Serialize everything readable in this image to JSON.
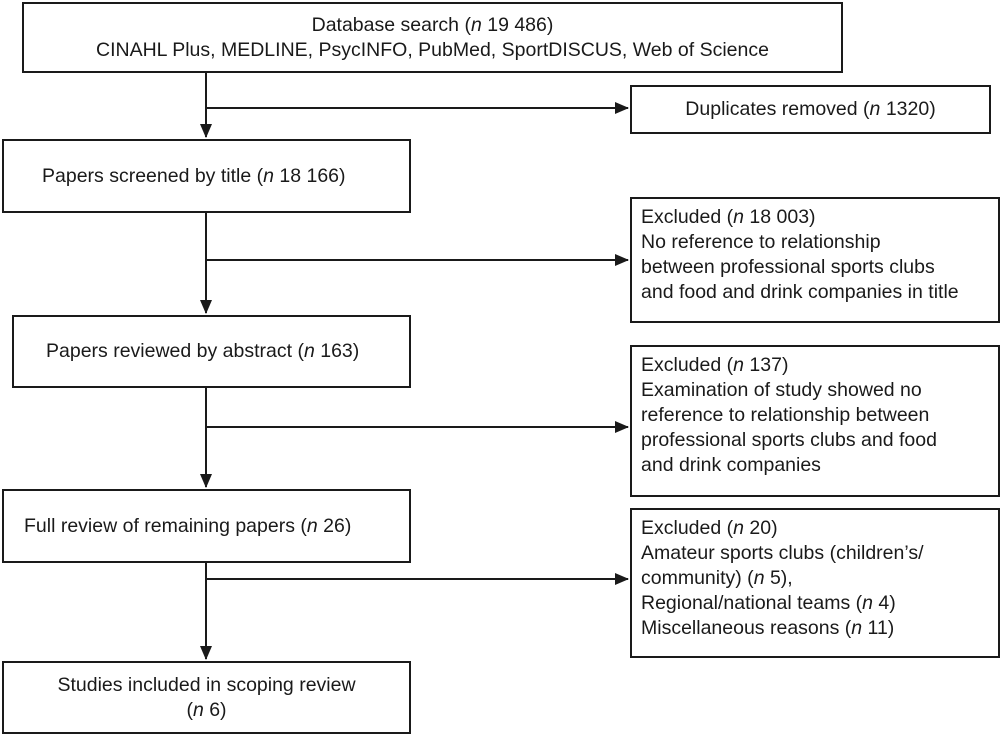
{
  "flow": {
    "search": {
      "lines": [
        {
          "pre": "Database search (",
          "n": "n",
          "post": " 19 486)"
        },
        {
          "pre": "CINAHL Plus, MEDLINE, PsycINFO, PubMed, SportDISCUS, Web of Science",
          "n": "",
          "post": ""
        }
      ]
    },
    "duplicates": {
      "lines": [
        {
          "pre": "Duplicates removed (",
          "n": "n",
          "post": " 1320)"
        }
      ]
    },
    "screened": {
      "lines": [
        {
          "pre": "Papers screened by title (",
          "n": "n",
          "post": " 18 166)"
        }
      ]
    },
    "excluded_title": {
      "lines": [
        {
          "pre": "Excluded (",
          "n": "n",
          "post": " 18 003)"
        },
        {
          "pre": "No reference to relationship",
          "n": "",
          "post": ""
        },
        {
          "pre": "between professional sports clubs",
          "n": "",
          "post": ""
        },
        {
          "pre": "and food and drink companies in title",
          "n": "",
          "post": ""
        }
      ]
    },
    "abstract": {
      "lines": [
        {
          "pre": "Papers reviewed by abstract (",
          "n": "n",
          "post": " 163)"
        }
      ]
    },
    "excluded_abstract": {
      "lines": [
        {
          "pre": "Excluded (",
          "n": "n",
          "post": " 137)"
        },
        {
          "pre": "Examination of study showed no",
          "n": "",
          "post": ""
        },
        {
          "pre": "reference to relationship between",
          "n": "",
          "post": ""
        },
        {
          "pre": "professional sports clubs and food",
          "n": "",
          "post": ""
        },
        {
          "pre": "and drink companies",
          "n": "",
          "post": ""
        }
      ]
    },
    "full_review": {
      "lines": [
        {
          "pre": "Full review of remaining papers (",
          "n": "n",
          "post": " 26)"
        }
      ]
    },
    "excluded_full": {
      "lines": [
        {
          "pre": "Excluded (",
          "n": "n",
          "post": " 20)"
        },
        {
          "pre": "Amateur sports clubs (children’s/",
          "n": "",
          "post": ""
        },
        {
          "pre": "community) (",
          "n": "n",
          "post": " 5),"
        },
        {
          "pre": "Regional/national teams (",
          "n": "n",
          "post": " 4)"
        },
        {
          "pre": "Miscellaneous reasons (",
          "n": "n",
          "post": " 11)"
        }
      ]
    },
    "included": {
      "lines": [
        {
          "pre": "Studies included in scoping review",
          "n": "",
          "post": ""
        },
        {
          "pre": "(",
          "n": "n",
          "post": " 6)"
        }
      ]
    }
  },
  "colors": {
    "stroke": "#1a1a1a",
    "background": "#ffffff"
  }
}
